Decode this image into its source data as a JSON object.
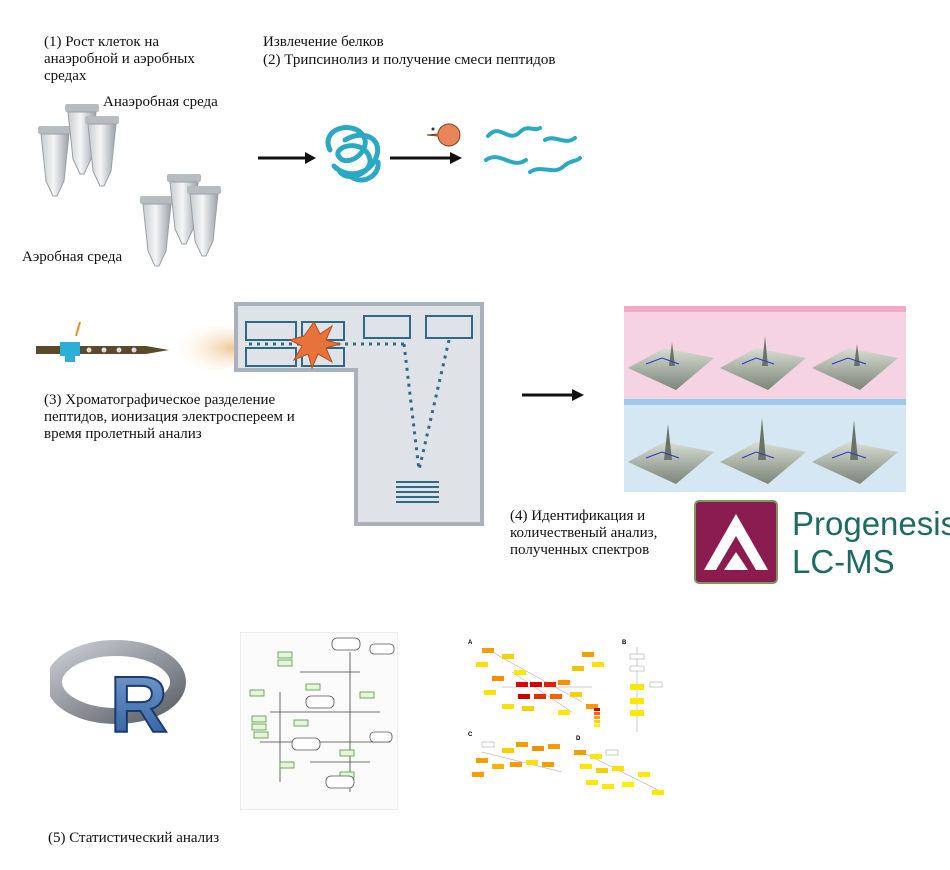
{
  "step1": {
    "label": "(1) Рост клеток на\nанаэробной и аэробных\nсредах",
    "anaerobic": "Анаэробная среда",
    "aerobic": "Аэробная среда"
  },
  "step2": {
    "line1": "Извлечение белков",
    "line2": "(2) Трипсинолиз и получение смеси пептидов"
  },
  "step3": {
    "label": "(3) Хроматографическое разделение\nпептидов, ионизация электроспереем и\nвремя пролетный анализ"
  },
  "step4": {
    "label": "(4) Идентификация и\nколичественый анализ,\nполученных спектров",
    "software": "Progenesis\nLC-MS"
  },
  "step5": {
    "label": "(5) Статистический анализ",
    "r_logo": "R"
  },
  "colors": {
    "protein": "#2aa8c4",
    "enzyme": "#e8855a",
    "ms_box": "#a9b1bd",
    "dots": "#2c6a88",
    "progenesis_bg": "#8a1c4f",
    "progenesis_text": "#1d6b63"
  }
}
